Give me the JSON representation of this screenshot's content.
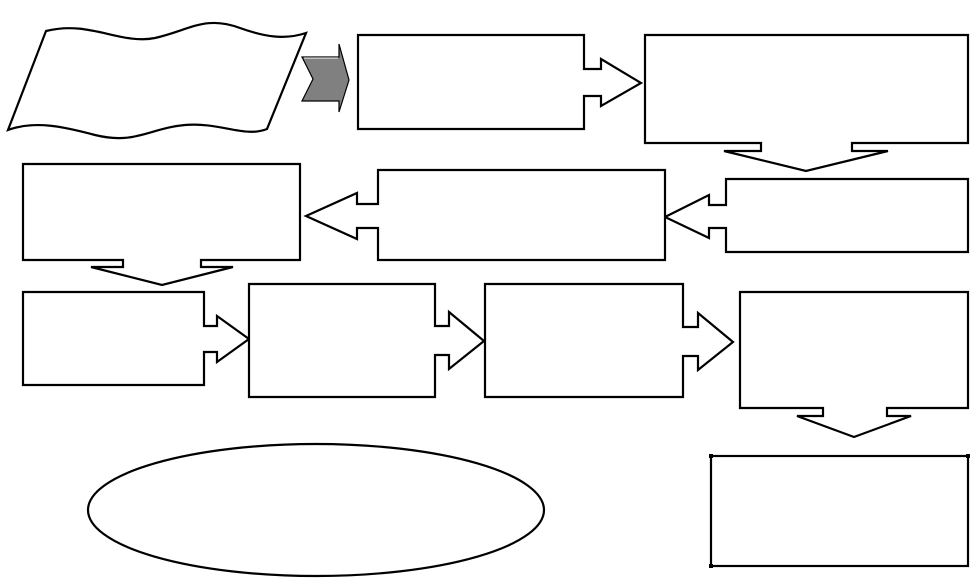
{
  "diagram": {
    "title": "",
    "colors": {
      "stroke": "#000000",
      "fill": "#ffffff",
      "start_arrow": "#808080"
    },
    "nodes": [
      {
        "id": "start-document",
        "shape": "wavy-parallelogram",
        "label": ""
      },
      {
        "id": "step-1",
        "shape": "callout-right",
        "label": ""
      },
      {
        "id": "step-2",
        "shape": "callout-down",
        "label": ""
      },
      {
        "id": "step-3",
        "shape": "callout-left",
        "label": ""
      },
      {
        "id": "step-4",
        "shape": "callout-left",
        "label": ""
      },
      {
        "id": "step-5",
        "shape": "callout-down",
        "label": ""
      },
      {
        "id": "step-6",
        "shape": "callout-right",
        "label": ""
      },
      {
        "id": "step-7",
        "shape": "callout-right",
        "label": ""
      },
      {
        "id": "step-8",
        "shape": "callout-right",
        "label": ""
      },
      {
        "id": "step-9",
        "shape": "callout-down",
        "label": ""
      },
      {
        "id": "step-10",
        "shape": "rectangle",
        "label": ""
      },
      {
        "id": "end-ellipse",
        "shape": "ellipse",
        "label": ""
      }
    ]
  }
}
